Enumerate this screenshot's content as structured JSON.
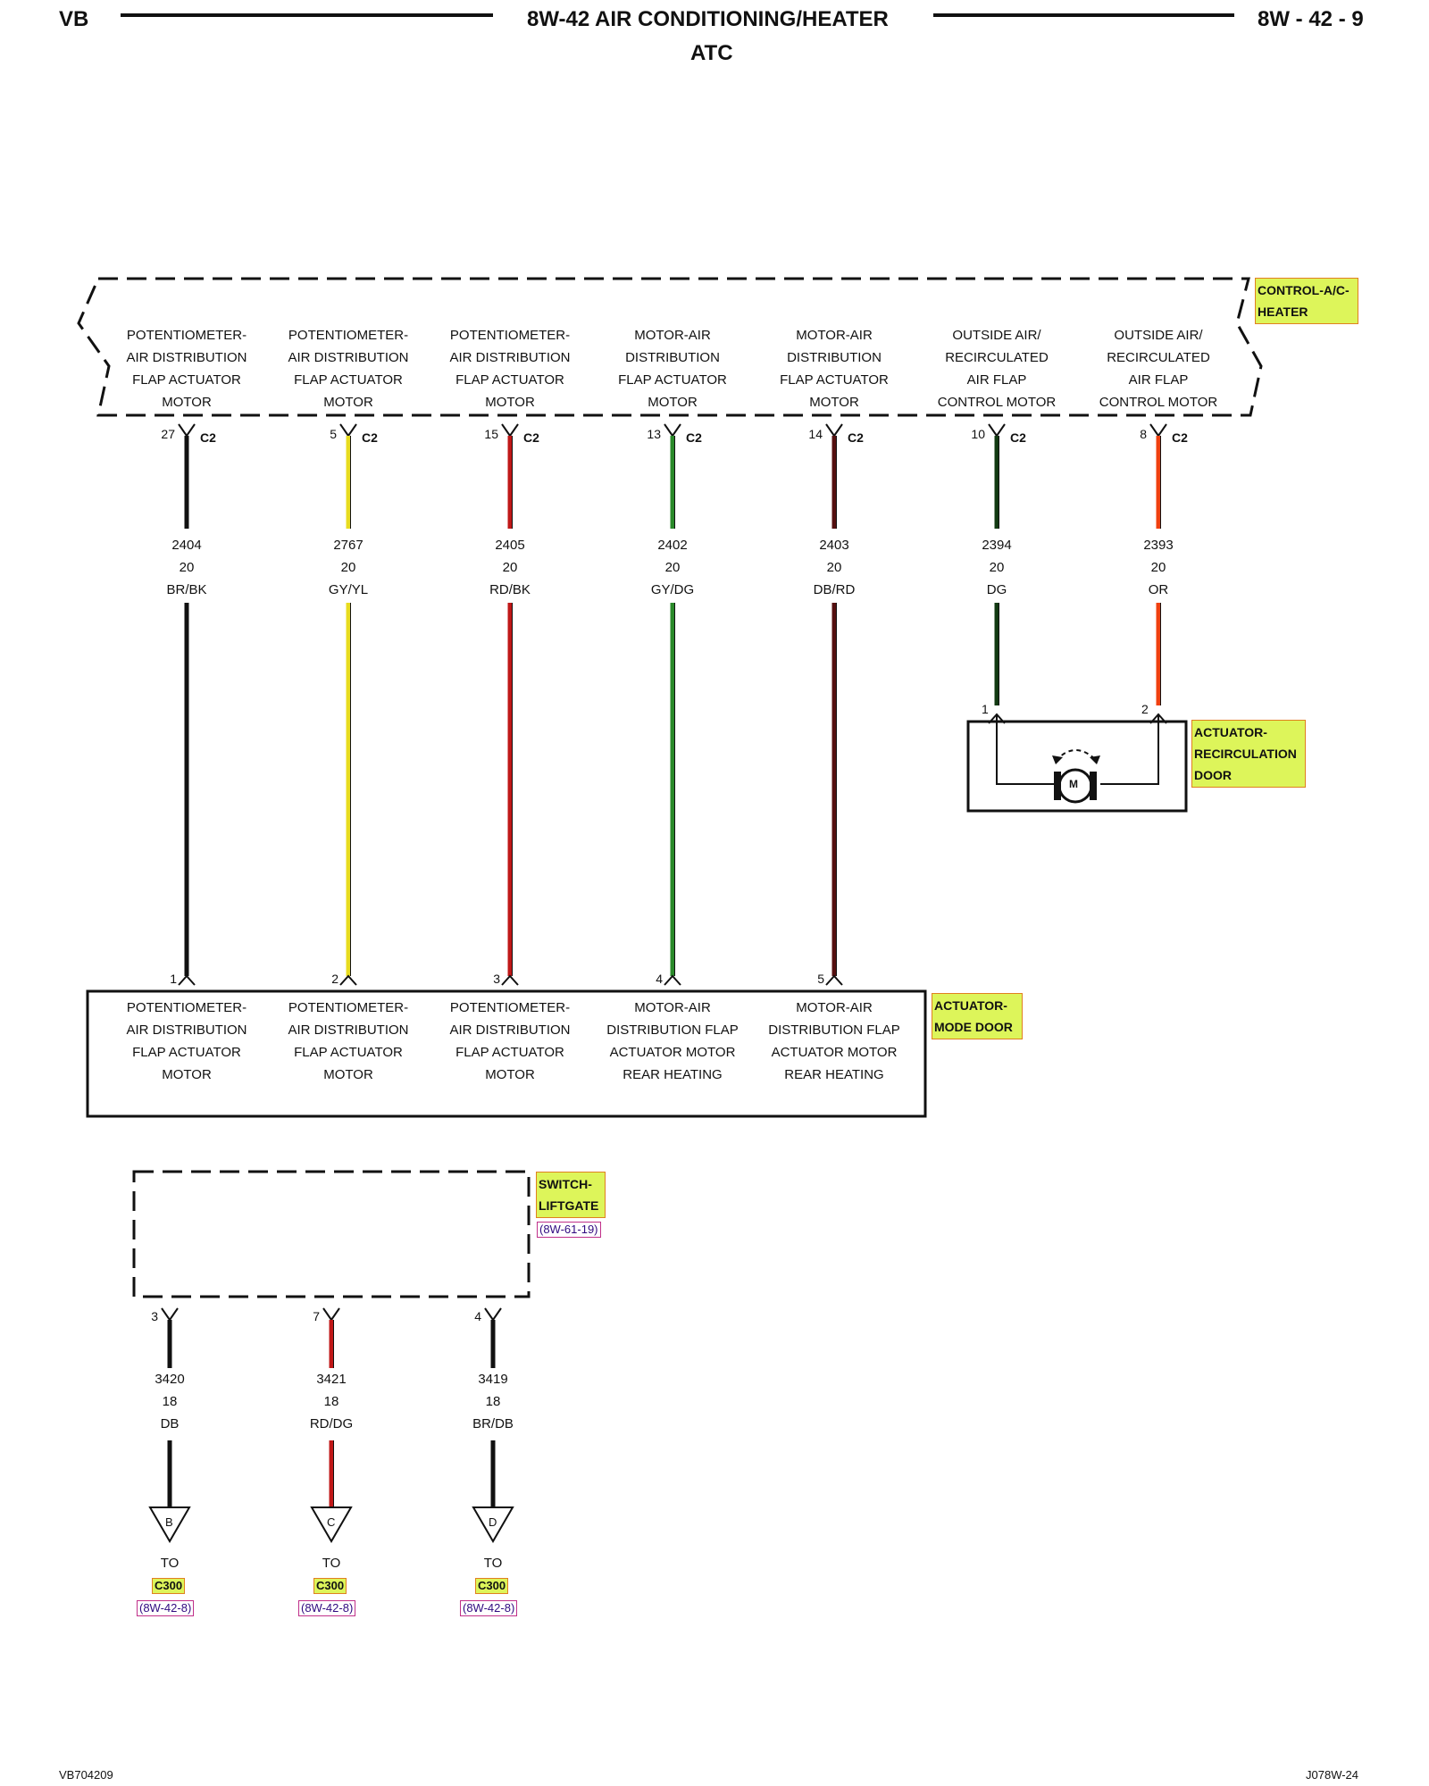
{
  "header": {
    "left": "VB",
    "title": "8W-42 AIR CONDITIONING/HEATER",
    "subtitle": "ATC",
    "page": "8W - 42 - 9"
  },
  "control_module": {
    "name": "CONTROL-A/C-HEATER",
    "functions": [
      [
        "POTENTIOMETER-",
        "AIR DISTRIBUTION",
        "FLAP ACTUATOR",
        "MOTOR"
      ],
      [
        "POTENTIOMETER-",
        "AIR DISTRIBUTION",
        "FLAP ACTUATOR",
        "MOTOR"
      ],
      [
        "POTENTIOMETER-",
        "AIR DISTRIBUTION",
        "FLAP ACTUATOR",
        "MOTOR"
      ],
      [
        "MOTOR-AIR",
        "DISTRIBUTION",
        "FLAP ACTUATOR",
        "MOTOR"
      ],
      [
        "MOTOR-AIR",
        "DISTRIBUTION",
        "FLAP ACTUATOR",
        "MOTOR"
      ],
      [
        "OUTSIDE AIR/",
        "RECIRCULATED",
        "AIR FLAP",
        "CONTROL MOTOR"
      ],
      [
        "OUTSIDE AIR/",
        "RECIRCULATED",
        "AIR FLAP",
        "CONTROL MOTOR"
      ]
    ],
    "pins": [
      "27",
      "5",
      "15",
      "13",
      "14",
      "10",
      "8"
    ],
    "connector": "C2"
  },
  "wires": [
    {
      "circuit": "2404",
      "gauge": "20",
      "color_code": "BR/BK",
      "color": "#111111"
    },
    {
      "circuit": "2767",
      "gauge": "20",
      "color_code": "GY/YL",
      "color": "#e8dc20"
    },
    {
      "circuit": "2405",
      "gauge": "20",
      "color_code": "RD/BK",
      "color": "#c01818"
    },
    {
      "circuit": "2402",
      "gauge": "20",
      "color_code": "GY/DG",
      "color": "#2a8a2a"
    },
    {
      "circuit": "2403",
      "gauge": "20",
      "color_code": "DB/RD",
      "color": "#551010"
    },
    {
      "circuit": "2394",
      "gauge": "20",
      "color_code": "DG",
      "color": "#123a12"
    },
    {
      "circuit": "2393",
      "gauge": "20",
      "color_code": "OR",
      "color": "#f04010"
    }
  ],
  "recirc_actuator": {
    "name": "ACTUATOR-RECIRCULATION DOOR",
    "name_lines": [
      "ACTUATOR-",
      "RECIRCULATION",
      "DOOR"
    ],
    "pins": [
      "1",
      "2"
    ],
    "motor_symbol": "M"
  },
  "mode_actuator": {
    "name_lines": [
      "ACTUATOR-",
      "MODE DOOR"
    ],
    "functions": [
      [
        "POTENTIOMETER-",
        "AIR DISTRIBUTION",
        "FLAP ACTUATOR",
        "MOTOR"
      ],
      [
        "POTENTIOMETER-",
        "AIR DISTRIBUTION",
        "FLAP ACTUATOR",
        "MOTOR"
      ],
      [
        "POTENTIOMETER-",
        "AIR DISTRIBUTION",
        "FLAP ACTUATOR",
        "MOTOR"
      ],
      [
        "MOTOR-AIR",
        "DISTRIBUTION FLAP",
        "ACTUATOR MOTOR",
        "REAR HEATING"
      ],
      [
        "MOTOR-AIR",
        "DISTRIBUTION FLAP",
        "ACTUATOR MOTOR",
        "REAR HEATING"
      ]
    ],
    "pins": [
      "1",
      "2",
      "3",
      "4",
      "5"
    ]
  },
  "liftgate_switch": {
    "name_lines": [
      "SWITCH-",
      "LIFTGATE"
    ],
    "xref": "(8W-61-19)",
    "pins": [
      "3",
      "7",
      "4"
    ],
    "wires": [
      {
        "circuit": "3420",
        "gauge": "18",
        "color_code": "DB",
        "color": "#111111",
        "stripe": "#111111"
      },
      {
        "circuit": "3421",
        "gauge": "18",
        "color_code": "RD/DG",
        "color": "#c01818",
        "stripe": "#111111"
      },
      {
        "circuit": "3419",
        "gauge": "18",
        "color_code": "BR/DB",
        "color": "#111111",
        "stripe": "#111111"
      }
    ],
    "terminals": [
      {
        "letter": "B",
        "to": "TO",
        "connector": "C300",
        "xref": "(8W-42-8)"
      },
      {
        "letter": "C",
        "to": "TO",
        "connector": "C300",
        "xref": "(8W-42-8)"
      },
      {
        "letter": "D",
        "to": "TO",
        "connector": "C300",
        "xref": "(8W-42-8)"
      }
    ]
  },
  "footer": {
    "left": "VB704209",
    "right": "J078W-24"
  }
}
